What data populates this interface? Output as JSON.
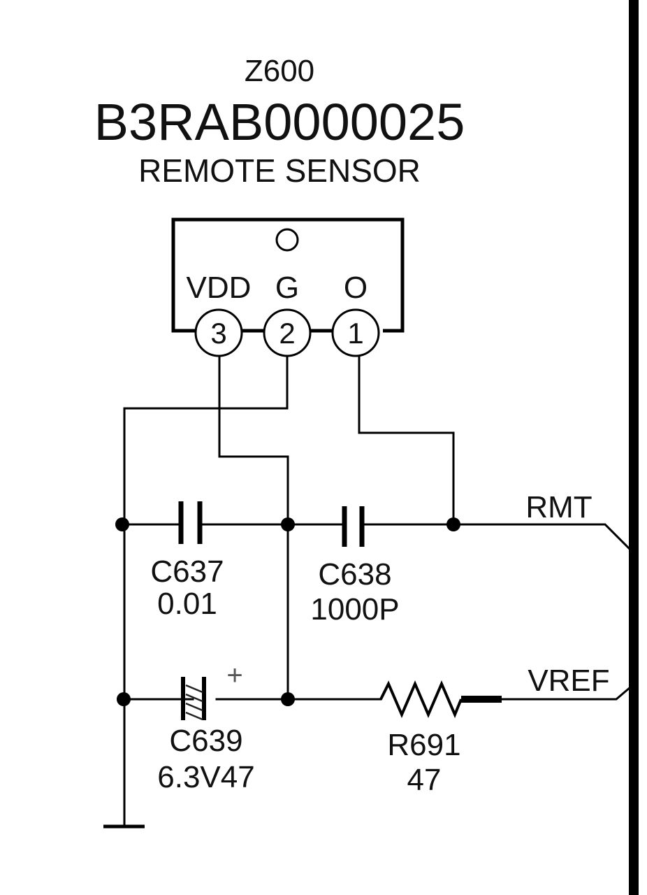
{
  "component": {
    "ref": "Z600",
    "part_number": "B3RAB0000025",
    "description": "REMOTE SENSOR",
    "pins": [
      {
        "number": "3",
        "name": "VDD"
      },
      {
        "number": "2",
        "name": "G"
      },
      {
        "number": "1",
        "name": "O"
      }
    ]
  },
  "parts": {
    "c637": {
      "ref": "C637",
      "value": "0.01"
    },
    "c638": {
      "ref": "C638",
      "value": "1000P"
    },
    "c639": {
      "ref": "C639",
      "value": "6.3V47",
      "polarity": "+"
    },
    "r691": {
      "ref": "R691",
      "value": "47"
    }
  },
  "nets": {
    "rmt": "RMT",
    "vref": "VREF"
  },
  "colors": {
    "line": "#000000",
    "text": "#111111",
    "background": "#ffffff"
  }
}
